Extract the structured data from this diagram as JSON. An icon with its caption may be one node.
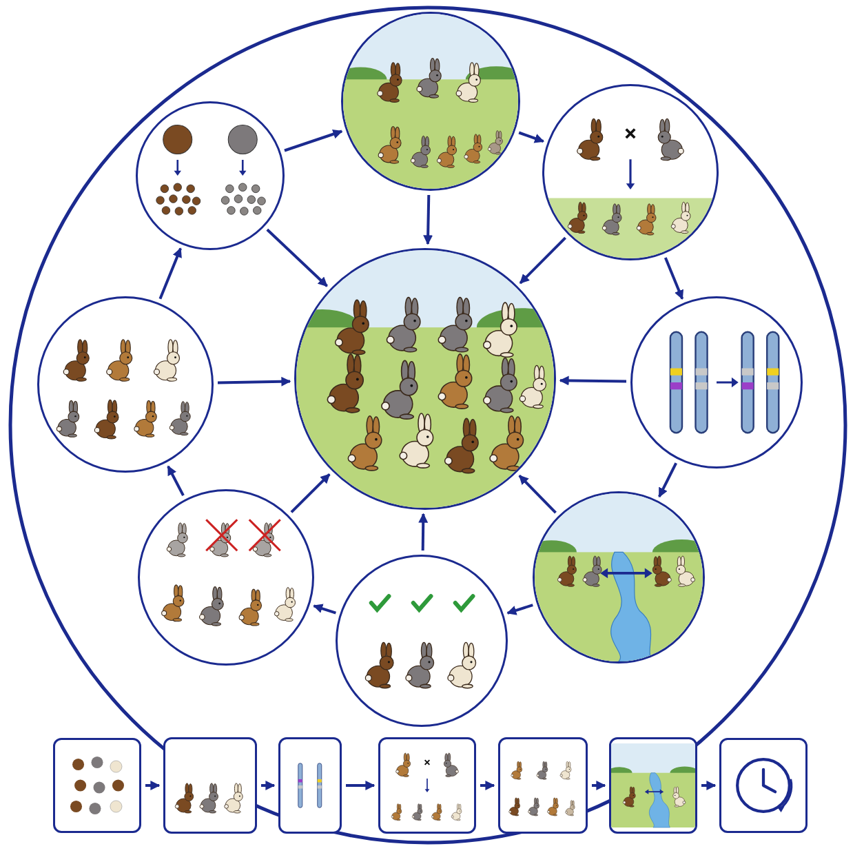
{
  "diagram": {
    "nodes": [
      {
        "text": [],
        "shape": "picture"
      },
      {
        "text": [],
        "shape": "picture"
      },
      {
        "text": [],
        "shape": "picture"
      },
      {
        "text": [],
        "shape": "picture"
      },
      {
        "text": [],
        "shape": "picture"
      },
      {
        "text": [],
        "shape": "picture"
      },
      {
        "text": [],
        "shape": "picture"
      },
      {
        "text": [],
        "shape": "picture"
      },
      {
        "text": [],
        "shape": "picture"
      },
      {
        "text": [],
        "shape": "picture"
      },
      {
        "text": [],
        "shape": "picture"
      },
      {
        "text": [],
        "shape": "picture"
      },
      {
        "text": [],
        "shape": "picture"
      },
      {
        "text": [],
        "shape": "picture"
      },
      {
        "text": [],
        "shape": "picture"
      },
      {
        "text": [],
        "shape": "picture"
      }
    ],
    "edges": [
      {
        "from": 8,
        "to": 1,
        "arrow": "to"
      },
      {
        "from": 1,
        "to": 2,
        "arrow": "to"
      },
      {
        "from": 2,
        "to": 3,
        "arrow": "to"
      },
      {
        "from": 3,
        "to": 4,
        "arrow": "to"
      },
      {
        "from": 4,
        "to": 5,
        "arrow": "to"
      },
      {
        "from": 5,
        "to": 6,
        "arrow": "to"
      },
      {
        "from": 6,
        "to": 7,
        "arrow": "to"
      },
      {
        "from": 7,
        "to": 8,
        "arrow": "to"
      },
      {
        "from": 1,
        "to": 0,
        "arrow": "to"
      },
      {
        "from": 2,
        "to": 0,
        "arrow": "to"
      },
      {
        "from": 3,
        "to": 0,
        "arrow": "to"
      },
      {
        "from": 4,
        "to": 0,
        "arrow": "to"
      },
      {
        "from": 5,
        "to": 0,
        "arrow": "to"
      },
      {
        "from": 6,
        "to": 0,
        "arrow": "to"
      },
      {
        "from": 7,
        "to": 0,
        "arrow": "to"
      },
      {
        "from": 8,
        "to": 0,
        "arrow": "to"
      },
      {
        "from": 9,
        "to": 10,
        "arrow": "to"
      },
      {
        "from": 10,
        "to": 11,
        "arrow": "to"
      },
      {
        "from": 11,
        "to": 12,
        "arrow": "to"
      },
      {
        "from": 12,
        "to": 13,
        "arrow": "to"
      },
      {
        "from": 13,
        "to": 14,
        "arrow": "to"
      },
      {
        "from": 14,
        "to": 15,
        "arrow": "to"
      }
    ]
  }
}
